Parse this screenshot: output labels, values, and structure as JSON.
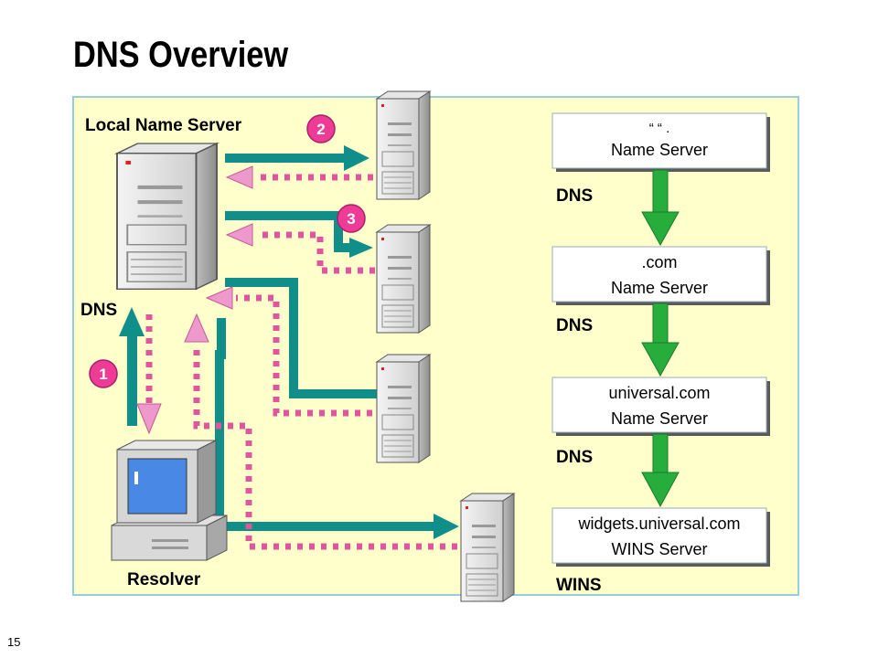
{
  "title": "DNS Overview",
  "page_number": "15",
  "labels": {
    "local_name_server": "Local Name Server",
    "resolver": "Resolver",
    "dns_left": "DNS",
    "dns_1": "DNS",
    "dns_2": "DNS",
    "dns_3": "DNS",
    "wins": "WINS"
  },
  "steps": [
    "2",
    "3",
    "1"
  ],
  "hierarchy": [
    {
      "line1": "“ “\n.",
      "line2": "Name Server"
    },
    {
      "line1": ".com",
      "line2": "Name Server"
    },
    {
      "line1": "universal.com",
      "line2": "Name Server"
    },
    {
      "line1": "widgets.universal.com",
      "line2": "WINS Server"
    }
  ],
  "colors": {
    "panel_fill": "#ffffcc",
    "panel_border": "#99ccdd",
    "teal_arrow": "#108f8a",
    "pink_arrow": "#ee99cc",
    "dotted_path": "#e0559e",
    "badge": "#ee3c96",
    "down_arrow": "#26ad3c",
    "monitor_screen": "#4a88e6"
  },
  "icons": [
    "server-icon",
    "computer-icon"
  ]
}
